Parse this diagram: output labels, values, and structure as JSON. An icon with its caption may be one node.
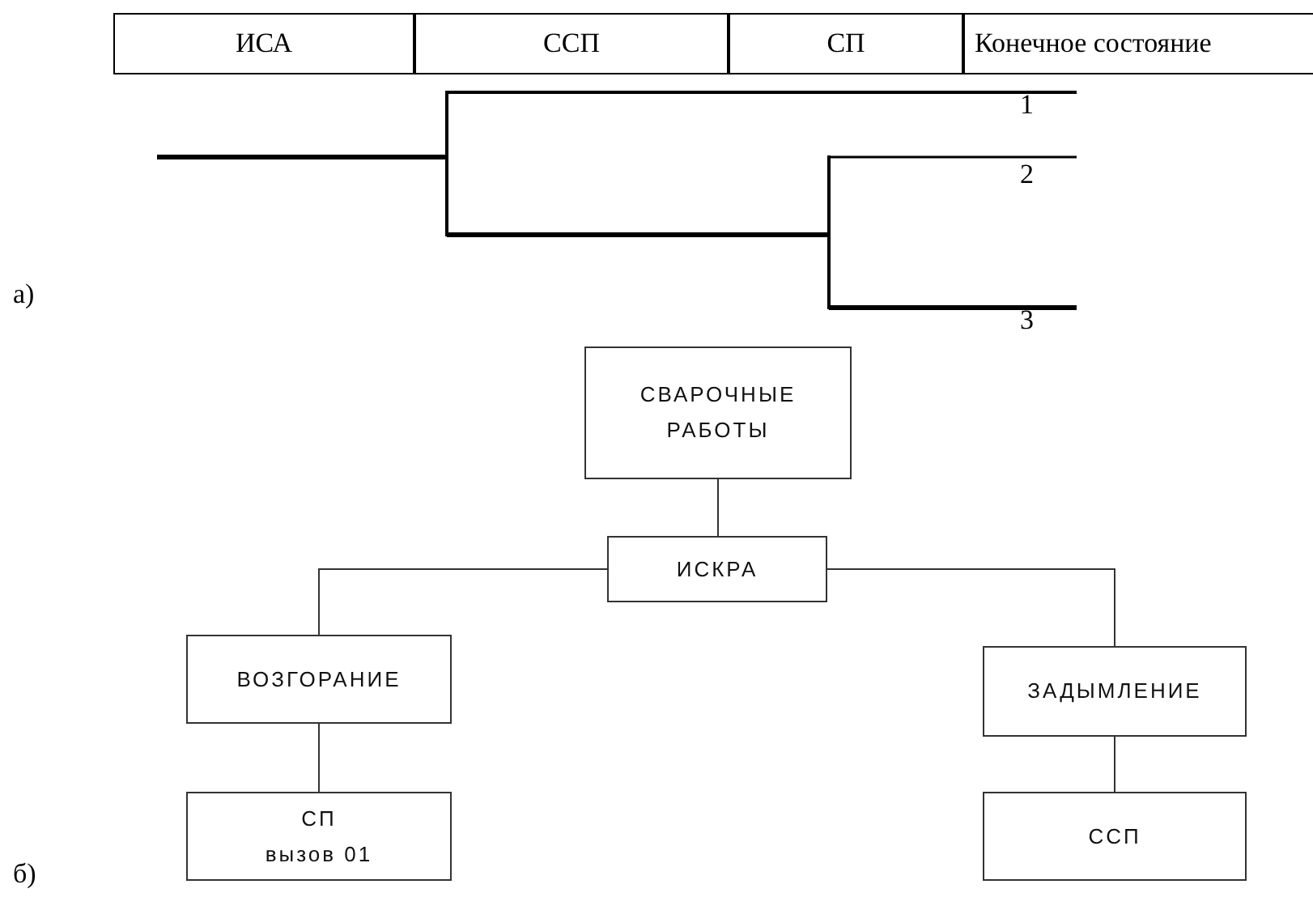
{
  "diagram": {
    "nodes": [
      {
        "text": [
          "СВАРОЧНЫЕ РАБОТЫ"
        ]
      },
      {
        "text": [
          "ИСКРА"
        ]
      },
      {
        "text": [
          "ВОЗГОРАНИЕ"
        ]
      },
      {
        "text": [
          "ЗАДЫМЛЕНИЕ"
        ]
      },
      {
        "text": [
          "СП",
          "вызов 01"
        ]
      },
      {
        "text": [
          "ССП"
        ]
      }
    ],
    "edges": [
      {
        "from": 0,
        "to": 1,
        "arrow": "none"
      },
      {
        "from": 1,
        "to": 2,
        "arrow": "none"
      },
      {
        "from": 1,
        "to": 3,
        "arrow": "none"
      },
      {
        "from": 2,
        "to": 4,
        "arrow": "none"
      },
      {
        "from": 3,
        "to": 5,
        "arrow": "none"
      }
    ],
    "labels": [
      "ИСА",
      "ССП",
      "СП",
      "Конечное состояние",
      "1",
      "2",
      "3",
      "а)",
      "б)"
    ]
  }
}
